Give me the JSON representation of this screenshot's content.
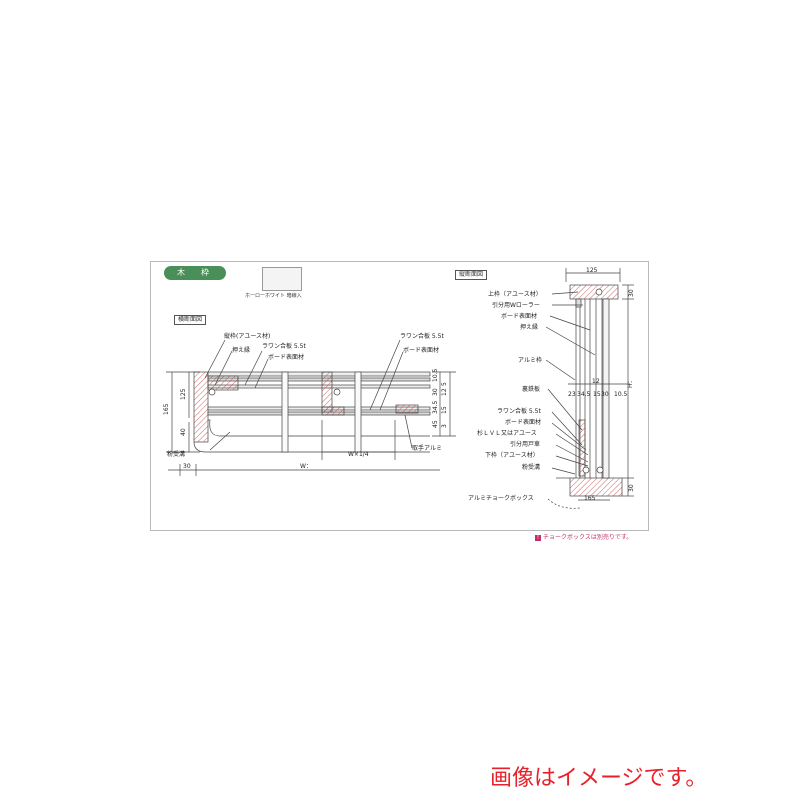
{
  "header": {
    "tag": "木　枠",
    "swatch_label": "ホーローホワイト 暗線入"
  },
  "horizontal_section": {
    "title": "横断面図",
    "labels": {
      "tatewaku": "縦枠(アユース材)",
      "osaebuchi": "押え縁",
      "rawan": "ラワン合板 5.5t",
      "board": "ボード表面材",
      "rawan2": "ラワン合板 5.5t",
      "board2": "ボード表面材",
      "handle": "取手アルミ",
      "funuke": "粉受溝"
    },
    "dims": {
      "d165": "165",
      "d125": "125",
      "d40": "40",
      "d105": "10.5",
      "d30": "30",
      "d5": "5",
      "d12": "12",
      "d345": "34.5",
      "d15": "15",
      "d45": "45",
      "d3": "3",
      "bottom30": "30",
      "w": "W：",
      "w4": "W×1/4"
    }
  },
  "vertical_section": {
    "title": "縦断面図",
    "labels": {
      "uwaku": "上枠（アユース材）",
      "roller": "引分用Wローラー",
      "board": "ボード表面材",
      "osaebuchi": "押え縁",
      "alumi": "アルミ枠",
      "uratetsu": "裏鉄板",
      "rawan": "ラワン合板 5.5t",
      "board2": "ボード表面材",
      "sugi": "杉ＬＶＬ又はアユース",
      "tosha": "引分用戸車",
      "shitawaku": "下枠（アユース材）",
      "funuke": "粉受溝",
      "chalkbox": "アルミチョークボックス"
    },
    "dims": {
      "top": "125",
      "bottom": "165",
      "t30": "30",
      "b30": "30",
      "h": "H：",
      "d12": "12",
      "d23": "23",
      "d345": "34.5",
      "d15": "15",
      "d30b": "30",
      "d105": "10.5"
    }
  },
  "note": {
    "mark": "!",
    "text": "チョークボックスは別売りです。"
  },
  "caption": "画像はイメージです。"
}
